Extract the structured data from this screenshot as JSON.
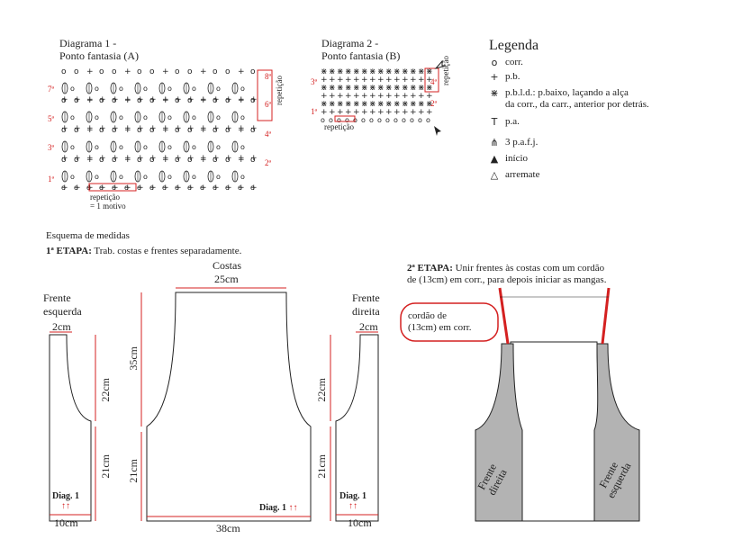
{
  "diagram1": {
    "title_line1": "Diagrama 1 -",
    "title_line2": "Ponto fantasia (A)",
    "rows_left": [
      "7ª",
      "5ª",
      "3ª",
      "1ª"
    ],
    "rows_right": [
      "8ª",
      "6ª",
      "4ª",
      "2ª"
    ],
    "repeat_side": "repetição",
    "repeat_bottom_line1": "repetição",
    "repeat_bottom_line2": "= 1 motivo"
  },
  "diagram2": {
    "title_line1": "Diagrama 2 -",
    "title_line2": "Ponto fantasia (B)",
    "rows_left": [
      "3ª",
      "1ª"
    ],
    "rows_right": [
      "4ª",
      "2ª"
    ],
    "repeat_side": "repetição",
    "repeat_bottom": "repetição"
  },
  "legend": {
    "title": "Legenda",
    "items": [
      {
        "icon": "chain-stitch-icon",
        "glyph": "o",
        "label": "corr."
      },
      {
        "icon": "single-crochet-icon",
        "glyph": "+",
        "label": "p.b."
      },
      {
        "icon": "back-loop-single-crochet-icon",
        "glyph": "⋇",
        "label": "p.b.l.d.: p.baixo, laçando a alça",
        "label2": "da corr., da carr., anterior por detrás."
      },
      {
        "icon": "double-crochet-icon",
        "glyph": "T",
        "label": "p.a."
      },
      {
        "icon": "three-dc-cluster-icon",
        "glyph": "⋔",
        "label": "3 p.a.f.j."
      },
      {
        "icon": "start-arrow-icon",
        "glyph": "▲",
        "label": "início"
      },
      {
        "icon": "finish-arrow-icon",
        "glyph": "△",
        "label": "arremate"
      }
    ]
  },
  "measures": {
    "heading": "Esquema de medidas",
    "step1_bold": "1ª ETAPA:",
    "step1_text": " Trab. costas e frentes separadamente.",
    "back_label": "Costas",
    "back_top": "25cm",
    "back_bottom": "38cm",
    "back_h_top": "35cm",
    "back_h_bottom": "21cm",
    "left_label_line1": "Frente",
    "left_label_line2": "esquerda",
    "left_top": "2cm",
    "left_bottom": "10cm",
    "left_h_top": "22cm",
    "left_h_bottom": "21cm",
    "right_label_line1": "Frente",
    "right_label_line2": "direita",
    "right_top": "2cm",
    "right_bottom": "10cm",
    "mid_h_top": "22cm",
    "mid_h_bottom": "21cm",
    "diag_label": "Diag. 1",
    "arrows": "↑↑"
  },
  "step2": {
    "bold": "2ª ETAPA:",
    "text_line1": " Unir frentes às costas com um cordão",
    "text_line2": "de (13cm) em corr., para depois iniciar as mangas.",
    "callout_line1": "cordão de",
    "callout_line2": "(13cm) em corr.",
    "front_right": "Frente direita",
    "front_left": "Frente esquerda"
  },
  "colors": {
    "accent_red": "#d42020",
    "panel_grey": "#b3b3b3"
  }
}
